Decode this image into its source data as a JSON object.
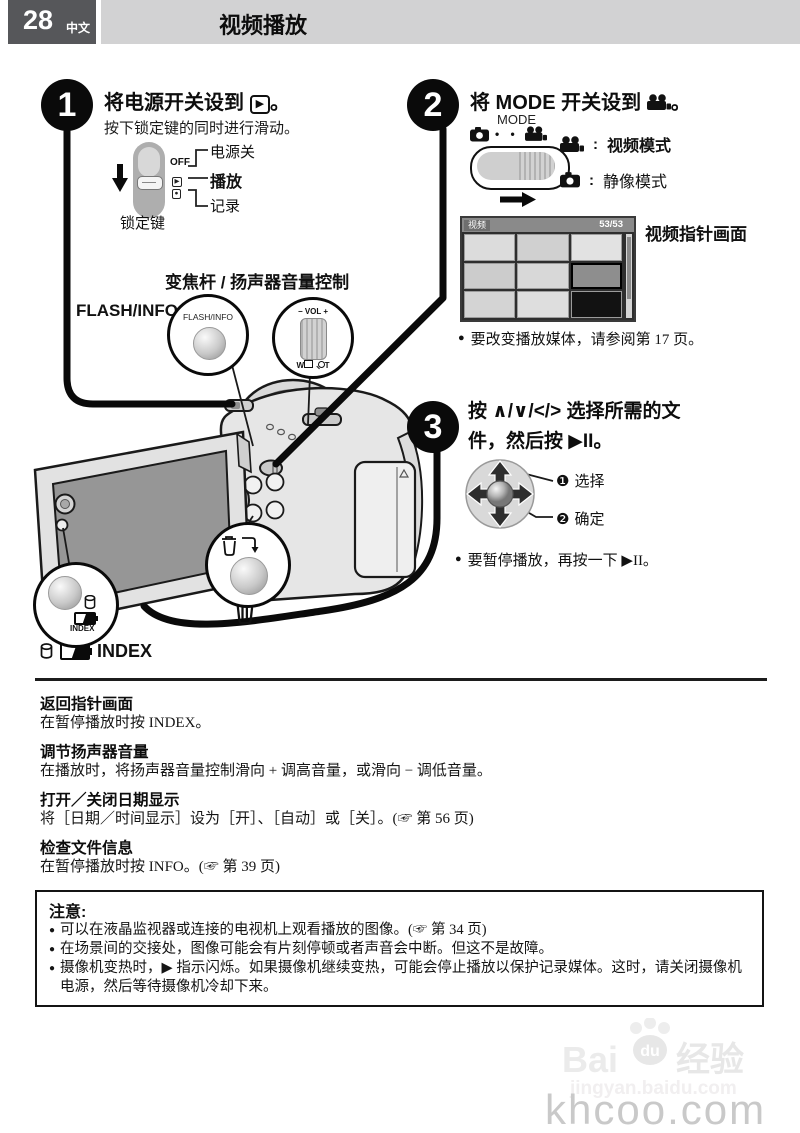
{
  "header": {
    "page_number": "28",
    "language_label": "中文",
    "title": "视频播放"
  },
  "glyphs": {
    "bullet": "●",
    "down_arrow": "↓"
  },
  "step1": {
    "number": "1",
    "title_pre": "将电源开关设到",
    "title_key": "▶",
    "title_post": "。",
    "subtitle": "按下锁定键的同时进行滑动。",
    "off_label": "OFF",
    "play_marker": "▶",
    "rec_marker": "●",
    "label_off": "电源关",
    "label_play": "播放",
    "label_record": "记录",
    "lock_label": "锁定键"
  },
  "step2": {
    "number": "2",
    "title_pre": "将 MODE 开关设到",
    "title_post": "。",
    "mode_label": "MODE",
    "dots": "• •",
    "legend_video_sep": ":",
    "legend_video": "视频模式",
    "legend_still_sep": ":",
    "legend_still": "静像模式",
    "index_screen": {
      "tab": "视频",
      "counter": "53/53",
      "caption": "视频指针画面"
    },
    "bullet": "要改变播放媒体，请参阅第 17 页。"
  },
  "step3": {
    "number": "3",
    "title_line1": "按 ∧/∨/</> 选择所需的文",
    "title_line2": "件，然后按 ▶II。",
    "select_num": "❶",
    "select_label": "选择",
    "confirm_num": "❷",
    "confirm_label": "确定",
    "bullet": "要暂停播放，再按一下 ▶II。"
  },
  "callouts": {
    "zoom_label": "变焦杆 / 扬声器音量控制",
    "flash_label": "FLASH/INFO",
    "flash_button_text": "FLASH/INFO",
    "vol_text": "− VOL +",
    "w_label": "W",
    "t_label": "T",
    "index_button_label": "INDEX",
    "index_caption": "INDEX"
  },
  "sections": [
    {
      "heading": "返回指针画面",
      "body": "在暂停播放时按 INDEX。"
    },
    {
      "heading": "调节扬声器音量",
      "body": "在播放时，将扬声器音量控制滑向 + 调高音量，或滑向 − 调低音量。"
    },
    {
      "heading": "打开／关闭日期显示",
      "body": "将［日期／时间显示］设为［开］、［自动］或［关］。(☞ 第 56 页)"
    },
    {
      "heading": "检查文件信息",
      "body": "在暂停播放时按 INFO。(☞ 第 39 页)"
    }
  ],
  "note_box": {
    "title": "注意:",
    "bullets": [
      "可以在液晶监视器或连接的电视机上观看播放的图像。(☞ 第 34 页)",
      "在场景间的交接处，图像可能会有片刻停顿或者声音会中断。但这不是故障。",
      "摄像机变热时，▶ 指示闪烁。如果摄像机继续变热，可能会停止播放以保护记录媒体。这时，请关闭摄像机电源，然后等待摄像机冷却下来。"
    ]
  },
  "watermark": {
    "brand_pre": "Bai",
    "brand_mid": "du",
    "brand_suffix": "经验",
    "line2": "jingyan.baidu.com",
    "line3": "khcoo.com"
  },
  "colors": {
    "header_dark_bg": "#56575a",
    "header_light_bg": "#d2d2d3",
    "ink": "#0a0a0a"
  }
}
